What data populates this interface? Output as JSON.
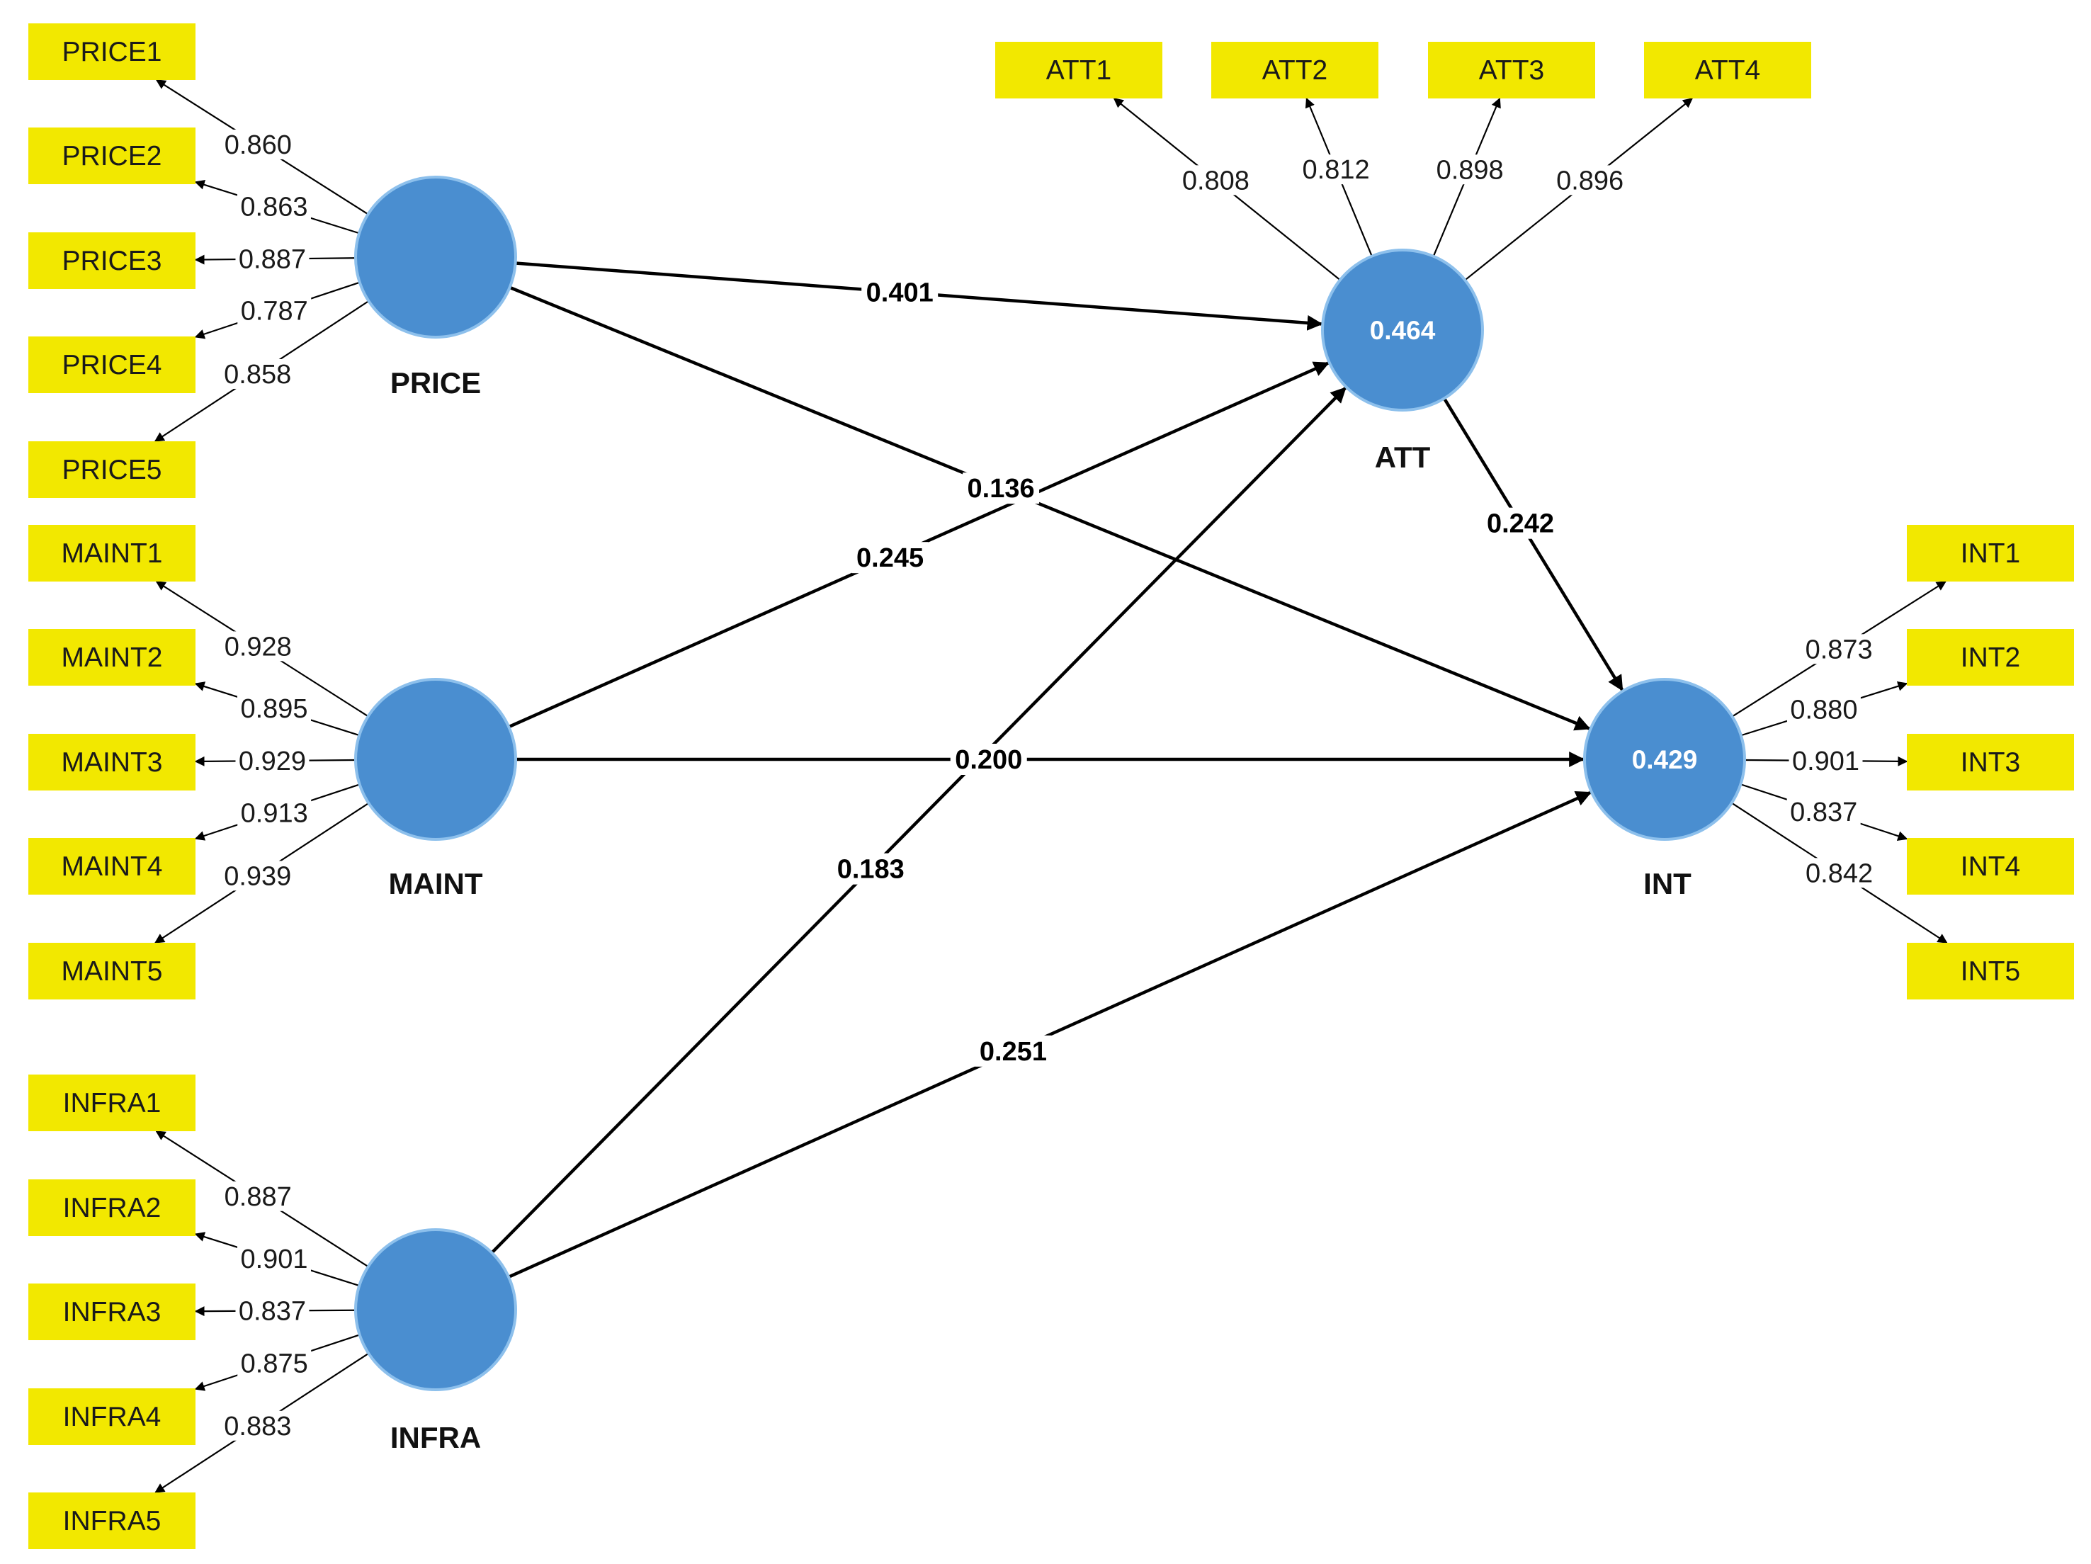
{
  "colors": {
    "indicator_fill": "#f2e800",
    "latent_fill": "#4a8ed0",
    "latent_stroke": "#8dc0ec",
    "line": "#000000"
  },
  "constructs": [
    {
      "id": "PRICE",
      "label": "PRICE",
      "r2": ""
    },
    {
      "id": "MAINT",
      "label": "MAINT",
      "r2": ""
    },
    {
      "id": "INFRA",
      "label": "INFRA",
      "r2": ""
    },
    {
      "id": "ATT",
      "label": "ATT",
      "r2": "0.464"
    },
    {
      "id": "INT",
      "label": "INT",
      "r2": "0.429"
    }
  ],
  "indicators": [
    {
      "id": "PRICE1",
      "label": "PRICE1",
      "construct": "PRICE",
      "loading": "0.860"
    },
    {
      "id": "PRICE2",
      "label": "PRICE2",
      "construct": "PRICE",
      "loading": "0.863"
    },
    {
      "id": "PRICE3",
      "label": "PRICE3",
      "construct": "PRICE",
      "loading": "0.887"
    },
    {
      "id": "PRICE4",
      "label": "PRICE4",
      "construct": "PRICE",
      "loading": "0.787"
    },
    {
      "id": "PRICE5",
      "label": "PRICE5",
      "construct": "PRICE",
      "loading": "0.858"
    },
    {
      "id": "MAINT1",
      "label": "MAINT1",
      "construct": "MAINT",
      "loading": "0.928"
    },
    {
      "id": "MAINT2",
      "label": "MAINT2",
      "construct": "MAINT",
      "loading": "0.895"
    },
    {
      "id": "MAINT3",
      "label": "MAINT3",
      "construct": "MAINT",
      "loading": "0.929"
    },
    {
      "id": "MAINT4",
      "label": "MAINT4",
      "construct": "MAINT",
      "loading": "0.913"
    },
    {
      "id": "MAINT5",
      "label": "MAINT5",
      "construct": "MAINT",
      "loading": "0.939"
    },
    {
      "id": "INFRA1",
      "label": "INFRA1",
      "construct": "INFRA",
      "loading": "0.887"
    },
    {
      "id": "INFRA2",
      "label": "INFRA2",
      "construct": "INFRA",
      "loading": "0.901"
    },
    {
      "id": "INFRA3",
      "label": "INFRA3",
      "construct": "INFRA",
      "loading": "0.837"
    },
    {
      "id": "INFRA4",
      "label": "INFRA4",
      "construct": "INFRA",
      "loading": "0.875"
    },
    {
      "id": "INFRA5",
      "label": "INFRA5",
      "construct": "INFRA",
      "loading": "0.883"
    },
    {
      "id": "ATT1",
      "label": "ATT1",
      "construct": "ATT",
      "loading": "0.808"
    },
    {
      "id": "ATT2",
      "label": "ATT2",
      "construct": "ATT",
      "loading": "0.812"
    },
    {
      "id": "ATT3",
      "label": "ATT3",
      "construct": "ATT",
      "loading": "0.898"
    },
    {
      "id": "ATT4",
      "label": "ATT4",
      "construct": "ATT",
      "loading": "0.896"
    },
    {
      "id": "INT1",
      "label": "INT1",
      "construct": "INT",
      "loading": "0.873"
    },
    {
      "id": "INT2",
      "label": "INT2",
      "construct": "INT",
      "loading": "0.880"
    },
    {
      "id": "INT3",
      "label": "INT3",
      "construct": "INT",
      "loading": "0.901"
    },
    {
      "id": "INT4",
      "label": "INT4",
      "construct": "INT",
      "loading": "0.837"
    },
    {
      "id": "INT5",
      "label": "INT5",
      "construct": "INT",
      "loading": "0.842"
    }
  ],
  "paths": [
    {
      "from": "PRICE",
      "to": "ATT",
      "coef": "0.401"
    },
    {
      "from": "PRICE",
      "to": "INT",
      "coef": "0.136"
    },
    {
      "from": "MAINT",
      "to": "ATT",
      "coef": "0.245"
    },
    {
      "from": "MAINT",
      "to": "INT",
      "coef": "0.200"
    },
    {
      "from": "INFRA",
      "to": "ATT",
      "coef": "0.183"
    },
    {
      "from": "INFRA",
      "to": "INT",
      "coef": "0.251"
    },
    {
      "from": "ATT",
      "to": "INT",
      "coef": "0.242"
    }
  ]
}
